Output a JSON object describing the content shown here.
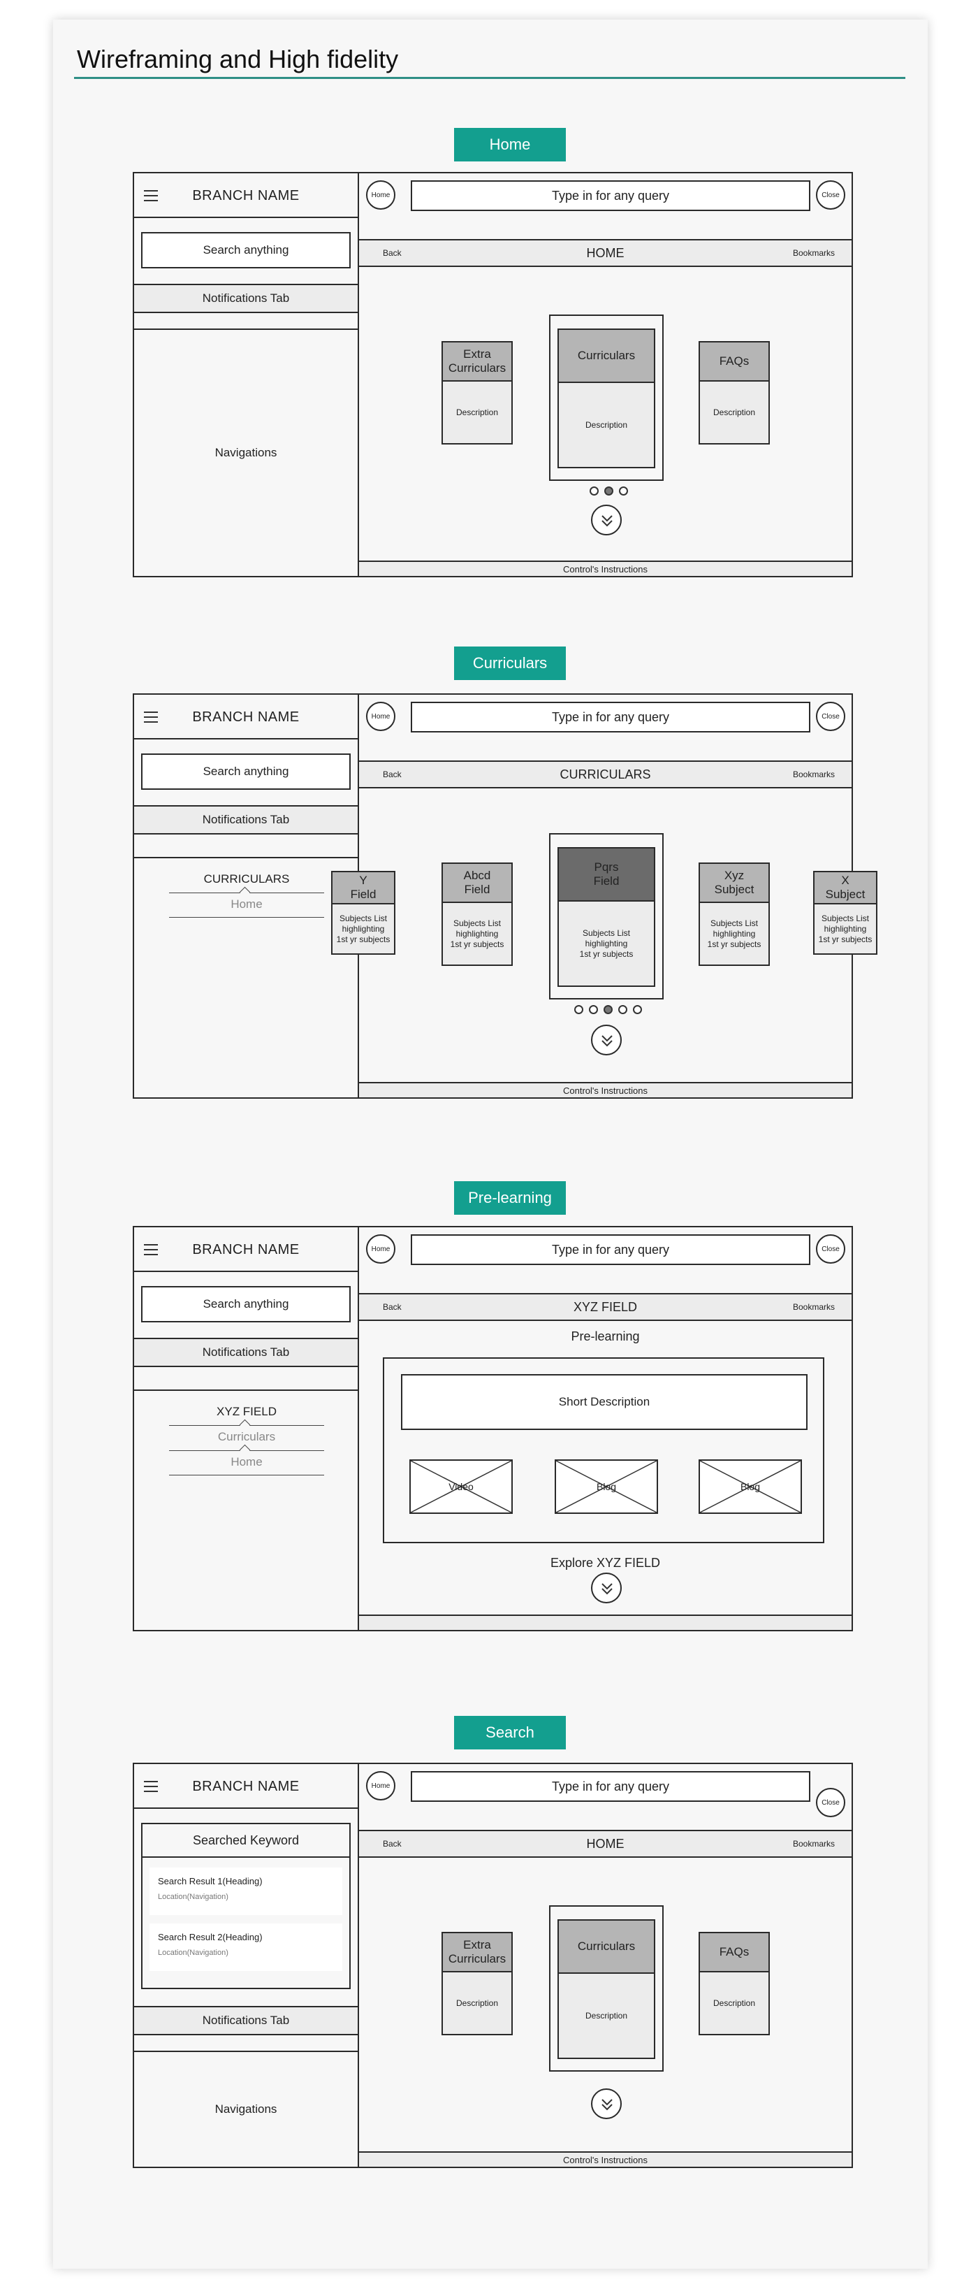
{
  "page_title": "Wireframing and High fidelity",
  "sections": {
    "home": {
      "label": "Home",
      "branch": "BRANCH NAME",
      "search": "Search anything",
      "notif": "Notifications Tab",
      "nav": "Navigations",
      "home_btn": "Home",
      "close_btn": "Close",
      "query": "Type in for any query",
      "back": "Back",
      "title": "HOME",
      "bookmarks": "Bookmarks",
      "cards": [
        {
          "title": "Extra Curriculars",
          "desc": "Description"
        },
        {
          "title": "Curriculars",
          "desc": "Description"
        },
        {
          "title": "FAQs",
          "desc": "Description"
        }
      ],
      "footer": "Control's Instructions",
      "carousel_active": 2,
      "carousel_count": 3
    },
    "curriculars": {
      "label": "Curriculars",
      "branch": "BRANCH NAME",
      "search": "Search anything",
      "notif": "Notifications Tab",
      "crumb_main": "CURRICULARS",
      "crumb_home": "Home",
      "home_btn": "Home",
      "close_btn": "Close",
      "query": "Type in for any query",
      "back": "Back",
      "title": "CURRICULARS",
      "bookmarks": "Bookmarks",
      "cards": [
        {
          "title": "Y\nField",
          "desc": "Subjects List\nhighlighting\n1st yr subjects"
        },
        {
          "title": "Abcd\nField",
          "desc": "Subjects List\nhighlighting\n1st yr subjects"
        },
        {
          "title": "Pqrs\nField",
          "desc": "Subjects List\nhighlighting\n1st yr subjects"
        },
        {
          "title": "Xyz\nSubject",
          "desc": "Subjects List\nhighlighting\n1st yr subjects"
        },
        {
          "title": "X\nSubject",
          "desc": "Subjects List\nhighlighting\n1st yr subjects"
        }
      ],
      "footer": "Control's Instructions",
      "carousel_active": 3,
      "carousel_count": 5
    },
    "prelearning": {
      "label": "Pre-learning",
      "branch": "BRANCH NAME",
      "search": "Search anything",
      "notif": "Notifications Tab",
      "crumb_main": "XYZ FIELD",
      "crumb_mid": "Curriculars",
      "crumb_home": "Home",
      "home_btn": "Home",
      "close_btn": "Close",
      "query": "Type in for any query",
      "back": "Back",
      "title": "XYZ FIELD",
      "bookmarks": "Bookmarks",
      "heading": "Pre-learning",
      "short_desc": "Short Description",
      "media": [
        "Video",
        "Blog",
        "Blog"
      ],
      "explore": "Explore XYZ FIELD"
    },
    "search": {
      "label": "Search",
      "branch": "BRANCH NAME",
      "searched": "Searched Keyword",
      "results": [
        {
          "title": "Search Result 1(Heading)",
          "loc": "Location(Navigation)"
        },
        {
          "title": "Search Result 2(Heading)",
          "loc": "Location(Navigation)"
        }
      ],
      "notif": "Notifications Tab",
      "nav": "Navigations",
      "home_btn": "Home",
      "close_btn": "Close",
      "query": "Type in for any query",
      "back": "Back",
      "title": "HOME",
      "bookmarks": "Bookmarks",
      "cards": [
        {
          "title": "Extra Curriculars",
          "desc": "Description"
        },
        {
          "title": "Curriculars",
          "desc": "Description"
        },
        {
          "title": "FAQs",
          "desc": "Description"
        }
      ],
      "footer": "Control's Instructions"
    }
  }
}
